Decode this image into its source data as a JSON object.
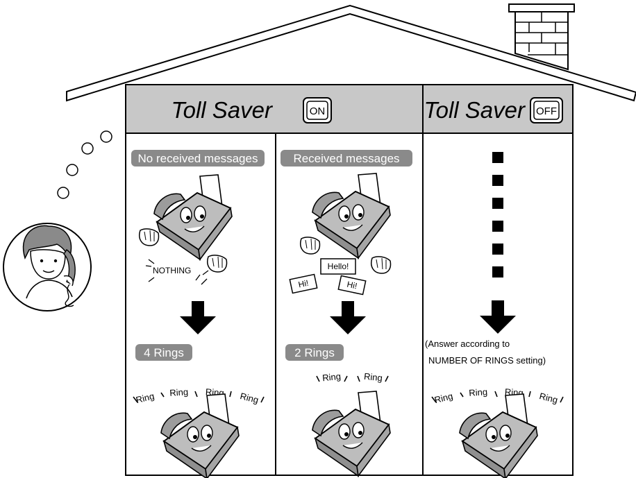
{
  "columns": [
    {
      "header_title": "Toll Saver",
      "header_badge": "ON",
      "label": "No received messages",
      "rings_label": "4 Rings",
      "caption": "NOTHING",
      "rings": [
        "Ring",
        "Ring",
        "Ring",
        "Ring"
      ]
    },
    {
      "label": "Received messages",
      "rings_label": "2 Rings",
      "messages": [
        "Hello!",
        "Hi!",
        "Hi!"
      ],
      "rings": [
        "Ring",
        "Ring"
      ]
    },
    {
      "header_title": "Toll Saver",
      "header_badge": "OFF",
      "note_line1": "(Answer according to",
      "note_line2": "NUMBER OF RINGS setting)",
      "rings": [
        "Ring",
        "Ring",
        "Ring",
        "Ring"
      ]
    }
  ],
  "colors": {
    "header_fill": "#c8c8c8",
    "pill_fill": "#8a8a8a",
    "fax_fill": "#bdbdbd",
    "line": "#000000"
  }
}
